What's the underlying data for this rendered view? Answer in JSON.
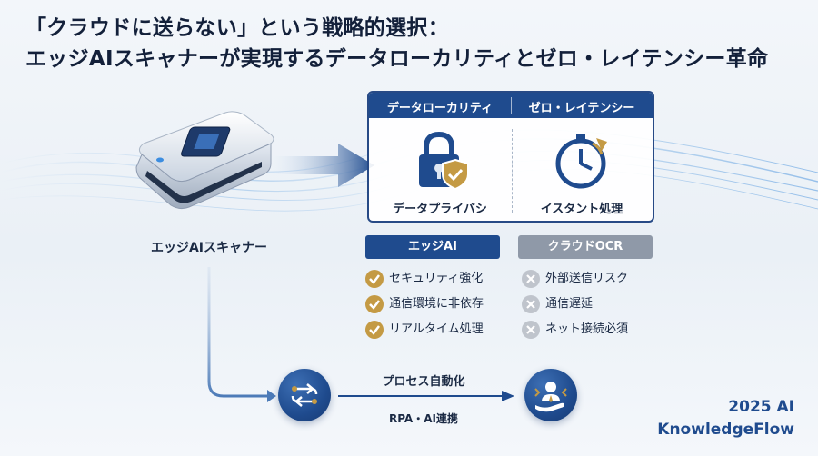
{
  "title": {
    "line1": "「クラウドに送らない」という戦略的選択：",
    "line2": "エッジAIスキャナーが実現するデータローカリティとゼロ・レイテンシー革命"
  },
  "device": {
    "label": "エッジAIスキャナー"
  },
  "panel": {
    "left_header": "データローカリティ",
    "right_header": "ゼロ・レイテンシー",
    "left_caption": "データプライバシ",
    "right_caption": "イスタント処理"
  },
  "comparison": {
    "edge": {
      "header": "エッジAI",
      "items": [
        "セキュリティ強化",
        "通信環境に非依存",
        "リアルタイム処理"
      ]
    },
    "cloud": {
      "header": "クラウドOCR",
      "items": [
        "外部送信リスク",
        "通信遅延",
        "ネット接続必須"
      ]
    }
  },
  "flow": {
    "top_label": "プロセス自動化",
    "bottom_label": "RPA・AI連携"
  },
  "brand": {
    "line1": "2025 AI",
    "line2": "KnowledgeFlow"
  },
  "colors": {
    "primary": "#1f4b8e",
    "gold": "#c49a44",
    "gray": "#8f99a8"
  }
}
